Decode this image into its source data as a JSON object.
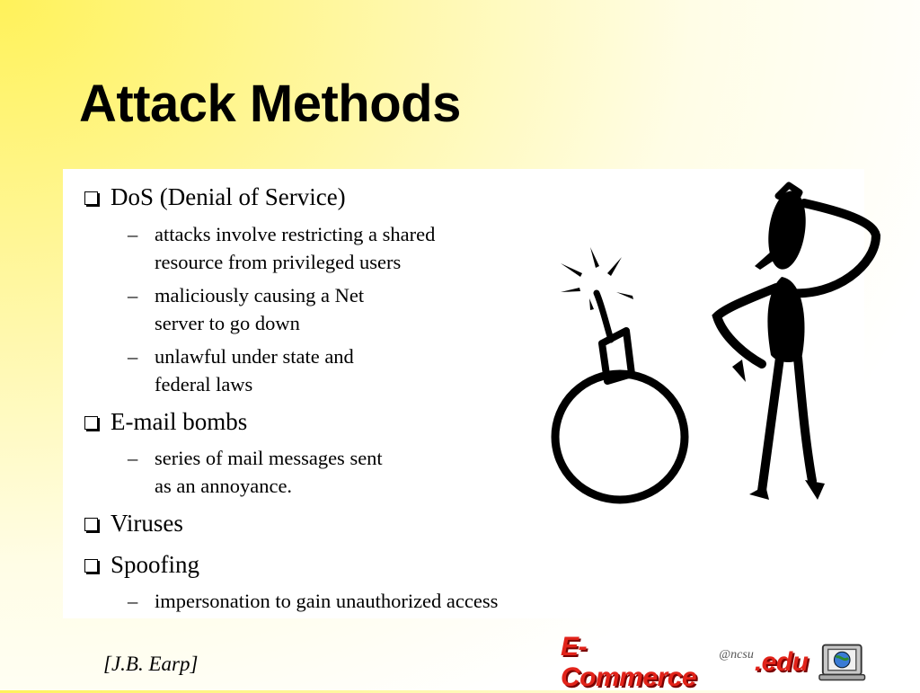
{
  "title": "Attack Methods",
  "bullets": [
    {
      "label": "DoS (Denial of Service)"
    },
    {
      "label": "E-mail bombs"
    },
    {
      "label": "Viruses"
    },
    {
      "label": "Spoofing"
    }
  ],
  "subs": {
    "dos": [
      {
        "line1": "attacks involve restricting a shared",
        "line2": "resource from privileged users"
      },
      {
        "line1": "maliciously causing a Net",
        "line2": "server to go down"
      },
      {
        "line1": "unlawful under state and",
        "line2": "federal laws"
      }
    ],
    "email": [
      {
        "line1": "series of mail messages sent",
        "line2": "as an annoyance."
      }
    ],
    "spoof": [
      {
        "line1": "impersonation to gain unauthorized access"
      }
    ]
  },
  "dash": "–",
  "credit": "[J.B. Earp]",
  "logo": {
    "brand": "E-Commerce",
    "ncsu": "@ncsu",
    "edu": ".edu",
    "color": "#e2231a"
  },
  "icons": {
    "bullet": "checkbox-bullet-icon",
    "clipart_bomb": "bomb-icon",
    "clipart_person": "puzzled-person-icon",
    "logo_icon": "computer-globe-icon"
  }
}
